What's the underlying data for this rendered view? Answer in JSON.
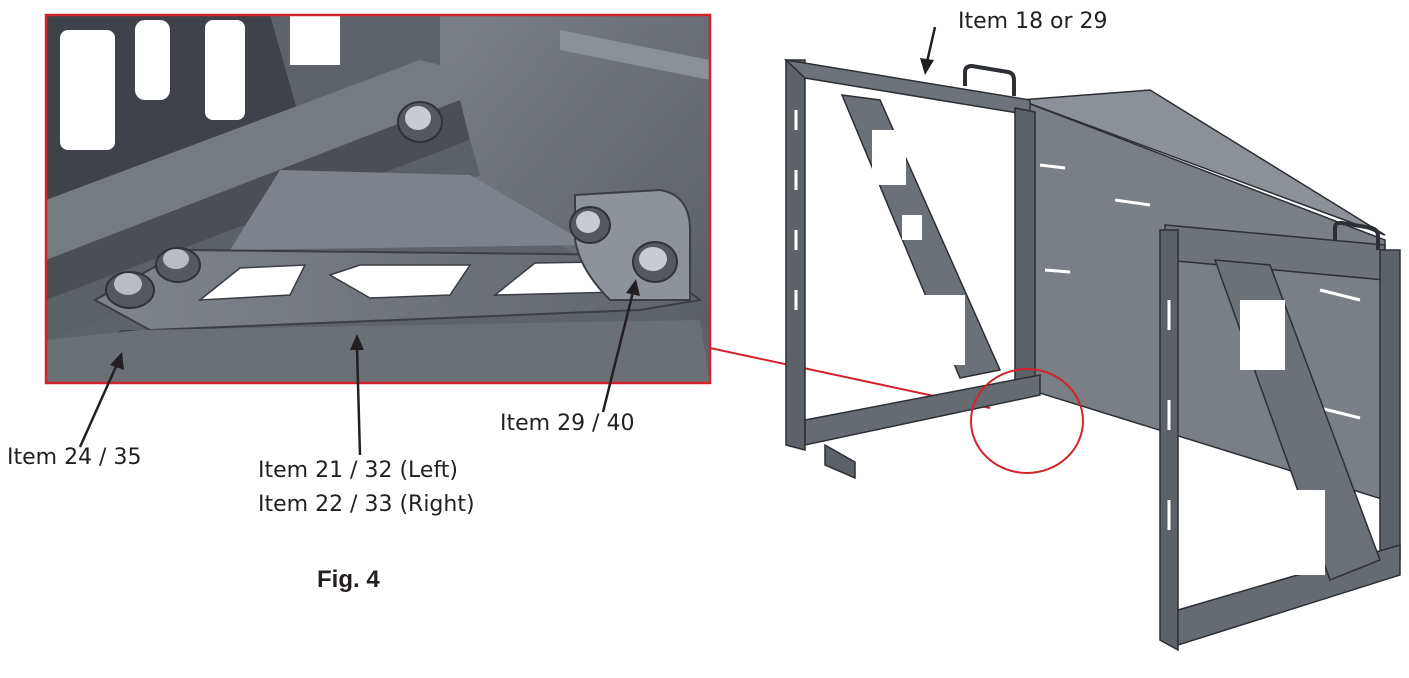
{
  "figure": {
    "caption": "Fig. 4",
    "accent_color": "#d2232a",
    "metal_color": "#6d7178",
    "metal_dark": "#4a4d53",
    "metal_light": "#9a9ea5"
  },
  "callouts": {
    "top": "Item 18 or 29",
    "left_bolt": "Item 24 / 35",
    "brace_left": "Item 21 / 32 (Left)",
    "brace_right": "Item 22 / 33 (Right)",
    "right_bolt": "Item 29 / 40"
  },
  "views": {
    "detail": "detail-view",
    "assembly": "isometric-assembly-view"
  }
}
